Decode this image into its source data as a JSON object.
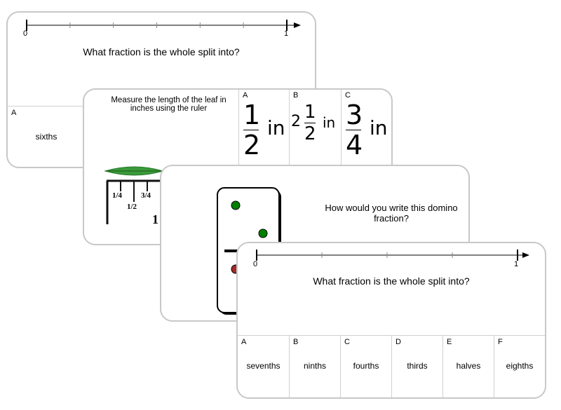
{
  "cards": [
    {
      "axis": {
        "start": "0",
        "end": "1",
        "parts": 6
      },
      "question": "What fraction is the whole split into?",
      "answers": [
        {
          "letter": "A",
          "text": "sixths"
        }
      ]
    },
    {
      "question": "Measure the length of the leaf in inches using the ruler",
      "ruler_labels": [
        "1/4",
        "1/2",
        "3/4",
        "1"
      ],
      "answers": [
        {
          "letter": "A",
          "whole": "",
          "num": "1",
          "den": "2",
          "unit": "in"
        },
        {
          "letter": "B",
          "whole": "2",
          "num": "1",
          "den": "2",
          "unit": "in"
        },
        {
          "letter": "C",
          "whole": "",
          "num": "3",
          "den": "4",
          "unit": "in"
        }
      ]
    },
    {
      "question": "How would you write this domino fraction?",
      "domino": {
        "top_dots": 2,
        "top_color": "#008000",
        "bottom_color": "#a52a2a"
      }
    },
    {
      "axis": {
        "start": "0",
        "end": "1",
        "parts": 4
      },
      "question": "What fraction is the whole split into?",
      "answers": [
        {
          "letter": "A",
          "text": "sevenths"
        },
        {
          "letter": "B",
          "text": "ninths"
        },
        {
          "letter": "C",
          "text": "fourths"
        },
        {
          "letter": "D",
          "text": "thirds"
        },
        {
          "letter": "E",
          "text": "halves"
        },
        {
          "letter": "F",
          "text": "eighths"
        }
      ]
    }
  ]
}
